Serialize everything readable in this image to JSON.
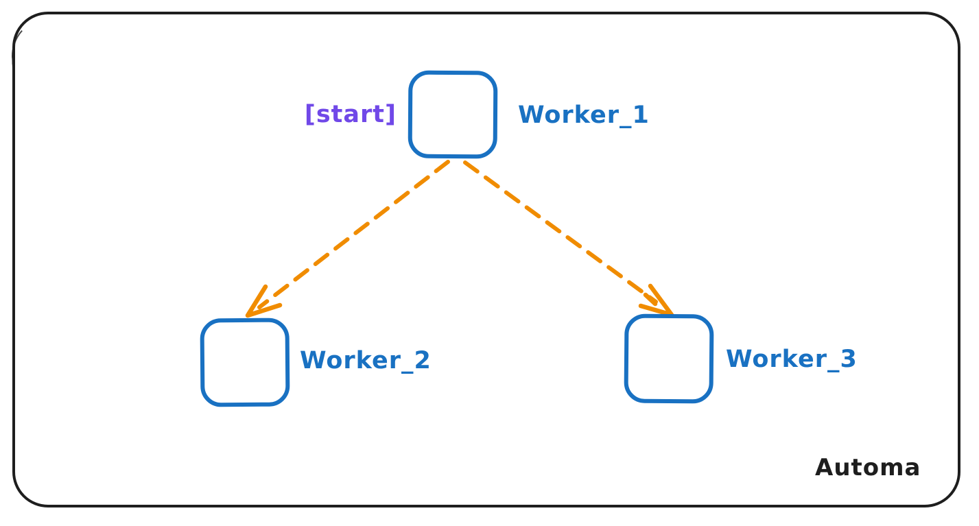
{
  "app": {
    "watermark": "Automa"
  },
  "colors": {
    "background": "#ffffff",
    "frame": "#1e1e1e",
    "node-stroke": "#1971c2",
    "node-label": "#1971c2",
    "edge": "#f08c00",
    "start-label": "#7048e8",
    "text": "#1e1e1e"
  },
  "diagram": {
    "type": "workflow",
    "start_annotation": "[start]",
    "nodes": [
      {
        "id": "worker_1",
        "label": "Worker_1",
        "is_start": true,
        "position": "top-center"
      },
      {
        "id": "worker_2",
        "label": "Worker_2",
        "is_start": false,
        "position": "bottom-left"
      },
      {
        "id": "worker_3",
        "label": "Worker_3",
        "is_start": false,
        "position": "bottom-right"
      }
    ],
    "edges": [
      {
        "from": "worker_1",
        "to": "worker_2",
        "style": "dashed",
        "arrowhead": "end",
        "color": "#f08c00"
      },
      {
        "from": "worker_1",
        "to": "worker_3",
        "style": "dashed",
        "arrowhead": "end",
        "color": "#f08c00"
      }
    ]
  }
}
